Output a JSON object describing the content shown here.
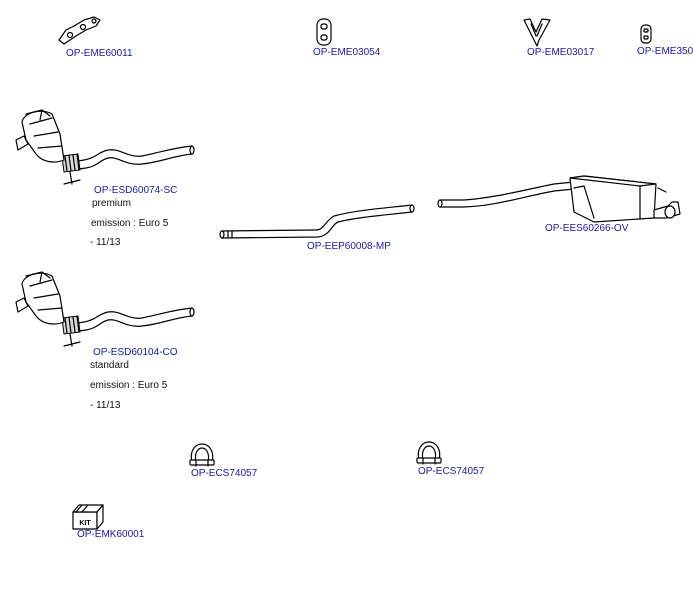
{
  "parts": [
    {
      "id": "eme60011",
      "code": "OP-EME60011",
      "icon": "hanger-bracket-icon"
    },
    {
      "id": "eme03054",
      "code": "OP-EME03054",
      "icon": "rubber-mount-icon"
    },
    {
      "id": "eme03017",
      "code": "OP-EME03017",
      "icon": "v-bracket-icon"
    },
    {
      "id": "eme350",
      "code": "OP-EME350",
      "icon": "rubber-mount-icon"
    },
    {
      "id": "esd60074",
      "code": "OP-ESD60074-SC",
      "icon": "particulate-filter-icon",
      "notes": [
        "premium",
        "emission : Euro 5",
        "- 11/13"
      ]
    },
    {
      "id": "eep60008",
      "code": "OP-EEP60008-MP",
      "icon": "intermediate-pipe-icon"
    },
    {
      "id": "ees60266",
      "code": "OP-EES60266-OV",
      "icon": "rear-silencer-icon"
    },
    {
      "id": "esd60104",
      "code": "OP-ESD60104-CO",
      "icon": "particulate-filter-icon",
      "notes": [
        "standard",
        "emission : Euro 5",
        "- 11/13"
      ]
    },
    {
      "id": "ecs74057a",
      "code": "OP-ECS74057",
      "icon": "pipe-clamp-icon"
    },
    {
      "id": "ecs74057b",
      "code": "OP-ECS74057",
      "icon": "pipe-clamp-icon"
    },
    {
      "id": "emk60001",
      "code": "OP-EMK60001",
      "icon": "mounting-kit-icon",
      "icon_text": "KIT"
    }
  ]
}
